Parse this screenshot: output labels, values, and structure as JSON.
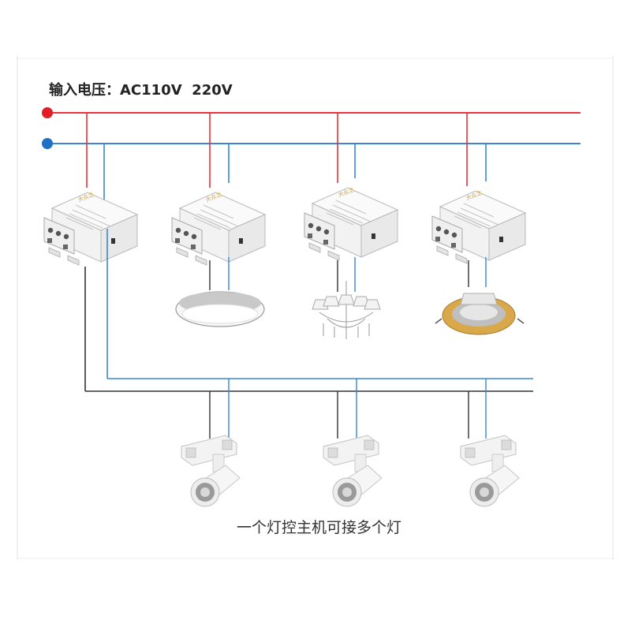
{
  "diagram": {
    "title": "输入电压：AC110V  220V",
    "caption": "一个灯控主机可接多个灯",
    "brand_mark": "大众之"
  },
  "colors": {
    "live_wire": "#e8323c",
    "neutral_wire": "#3a86d4",
    "control_wire": "#333333",
    "module_body": "#f4f4f4",
    "module_edge": "#b5b5b5",
    "brand_accent": "#d9a020"
  },
  "icons": {
    "live_terminal": "red-dot-icon",
    "neutral_terminal": "blue-dot-icon",
    "controller": "relay-controller-module-icon",
    "ceiling_light": "round-ceiling-light-icon",
    "chandelier": "chandelier-icon",
    "downlight": "gold-downlight-icon",
    "spotlight": "track-spotlight-icon"
  }
}
